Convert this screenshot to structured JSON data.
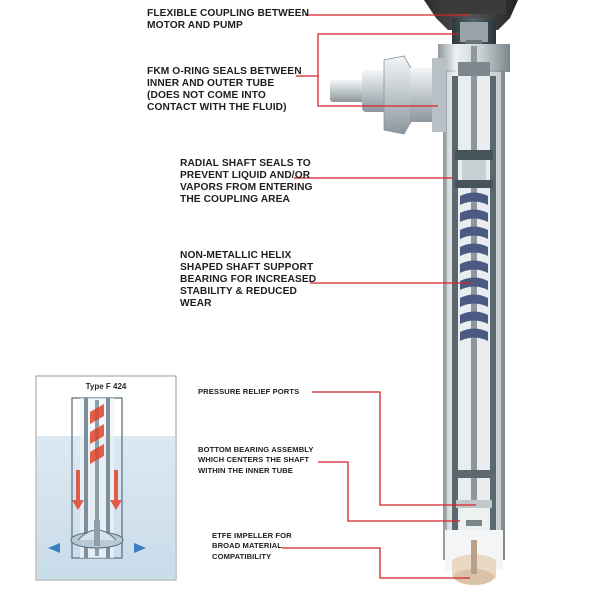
{
  "callouts": {
    "coupling": "FLEXIBLE COUPLING BETWEEN\nMOTOR AND PUMP",
    "oring": "FKM O-RING SEALS BETWEEN\nINNER AND OUTER TUBE\n(DOES NOT COME INTO\nCONTACT WITH THE FLUID)",
    "radial": "RADIAL SHAFT SEALS TO\nPREVENT LIQUID AND/OR\nVAPORS FROM ENTERING\nTHE COUPLING AREA",
    "helix": "NON-METALLIC HELIX\nSHAPED SHAFT SUPPORT\nBEARING FOR INCREASED\nSTABILITY & REDUCED\nWEAR",
    "relief": "PRESSURE RELIEF PORTS",
    "bottom_bearing": "BOTTOM BEARING ASSEMBLY\nWHICH CENTERS THE SHAFT\nWITHIN THE INNER TUBE",
    "impeller": "ETFE IMPELLER FOR\nBROAD MATERIAL\nCOMPATIBILITY"
  },
  "inset": {
    "title": "Type F 424"
  },
  "colors": {
    "leader_line": "#d8232a",
    "fluid": "#d6e8f3",
    "tube_dark": "#3c4a53",
    "tube_light": "#e4e8ea",
    "helix": "#4a5a82",
    "flow_arrow": "#e0442a"
  }
}
